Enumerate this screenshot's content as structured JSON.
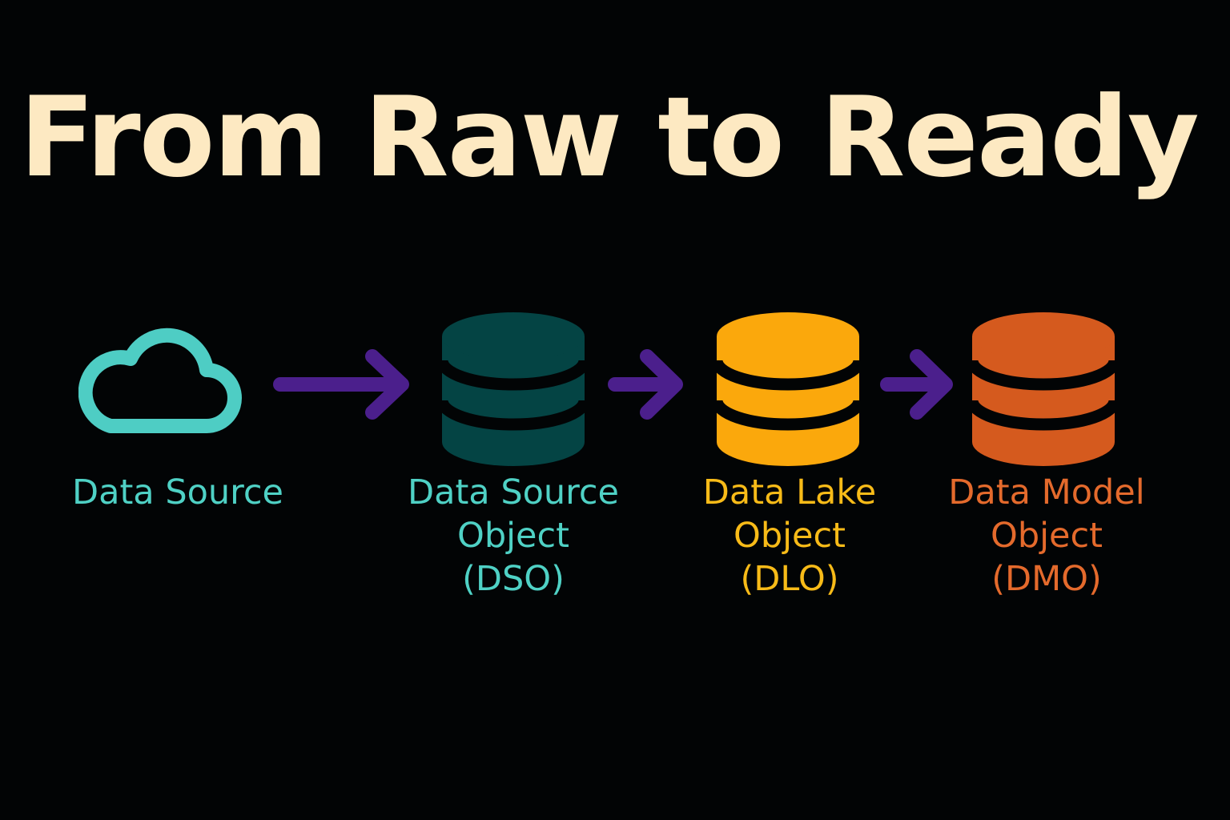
{
  "title": "From Raw to Ready",
  "colors": {
    "background": "#020405",
    "title": "#fde9c2",
    "arrow": "#4b1f8c",
    "gap": "#020405"
  },
  "nodes": [
    {
      "icon": "cloud-icon",
      "color": "#4ecdc4",
      "label_color": "#4fd1c5",
      "lines": [
        "Data Source"
      ]
    },
    {
      "icon": "database-icon",
      "color": "#044444",
      "label_color": "#4fd1c5",
      "lines": [
        "Data Source",
        "Object",
        "(DSO)"
      ]
    },
    {
      "icon": "database-icon",
      "color": "#fba80c",
      "label_color": "#f8bb18",
      "lines": [
        "Data Lake",
        "Object",
        "(DLO)"
      ]
    },
    {
      "icon": "database-icon",
      "color": "#d55a1e",
      "label_color": "#e46a2c",
      "lines": [
        "Data Model",
        "Object",
        "(DMO)"
      ]
    }
  ]
}
